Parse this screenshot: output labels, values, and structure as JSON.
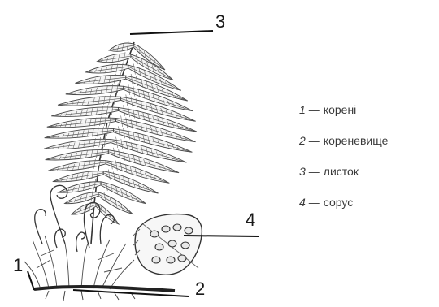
{
  "callouts": [
    {
      "number": "1"
    },
    {
      "number": "2"
    },
    {
      "number": "3"
    },
    {
      "number": "4"
    }
  ],
  "legend": [
    {
      "number": "1",
      "text": "корені"
    },
    {
      "number": "2",
      "text": "кореневище"
    },
    {
      "number": "3",
      "text": "листок"
    },
    {
      "number": "4",
      "text": "сорус"
    }
  ],
  "legend_dash": "—"
}
